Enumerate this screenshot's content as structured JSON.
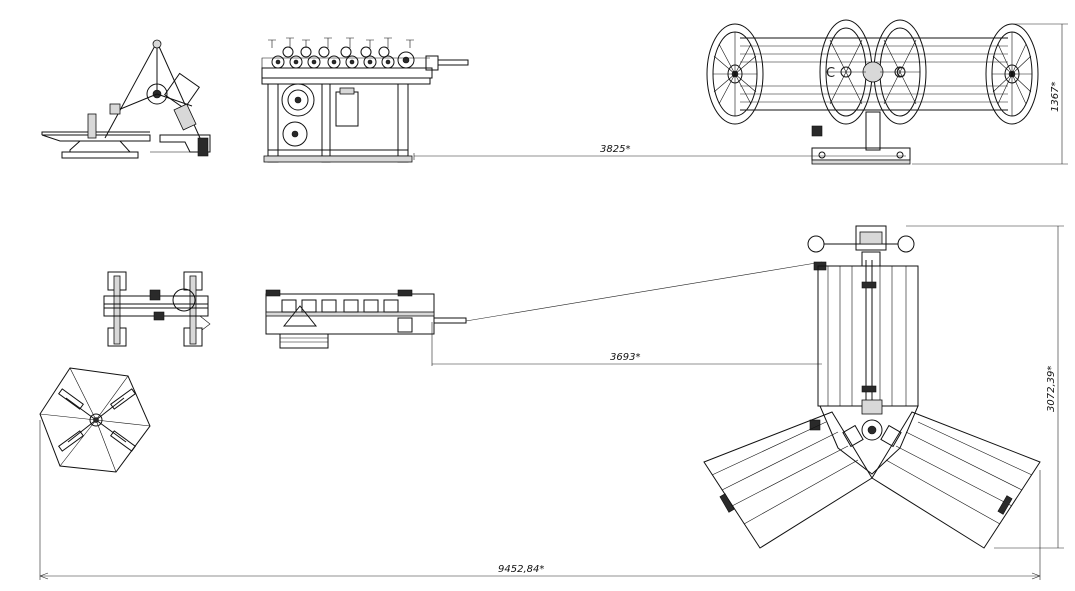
{
  "dimensions": {
    "d1": "3825*",
    "d2": "1367*",
    "d3": "3693*",
    "d4": "3072,39*",
    "d5": "9452,84*"
  }
}
